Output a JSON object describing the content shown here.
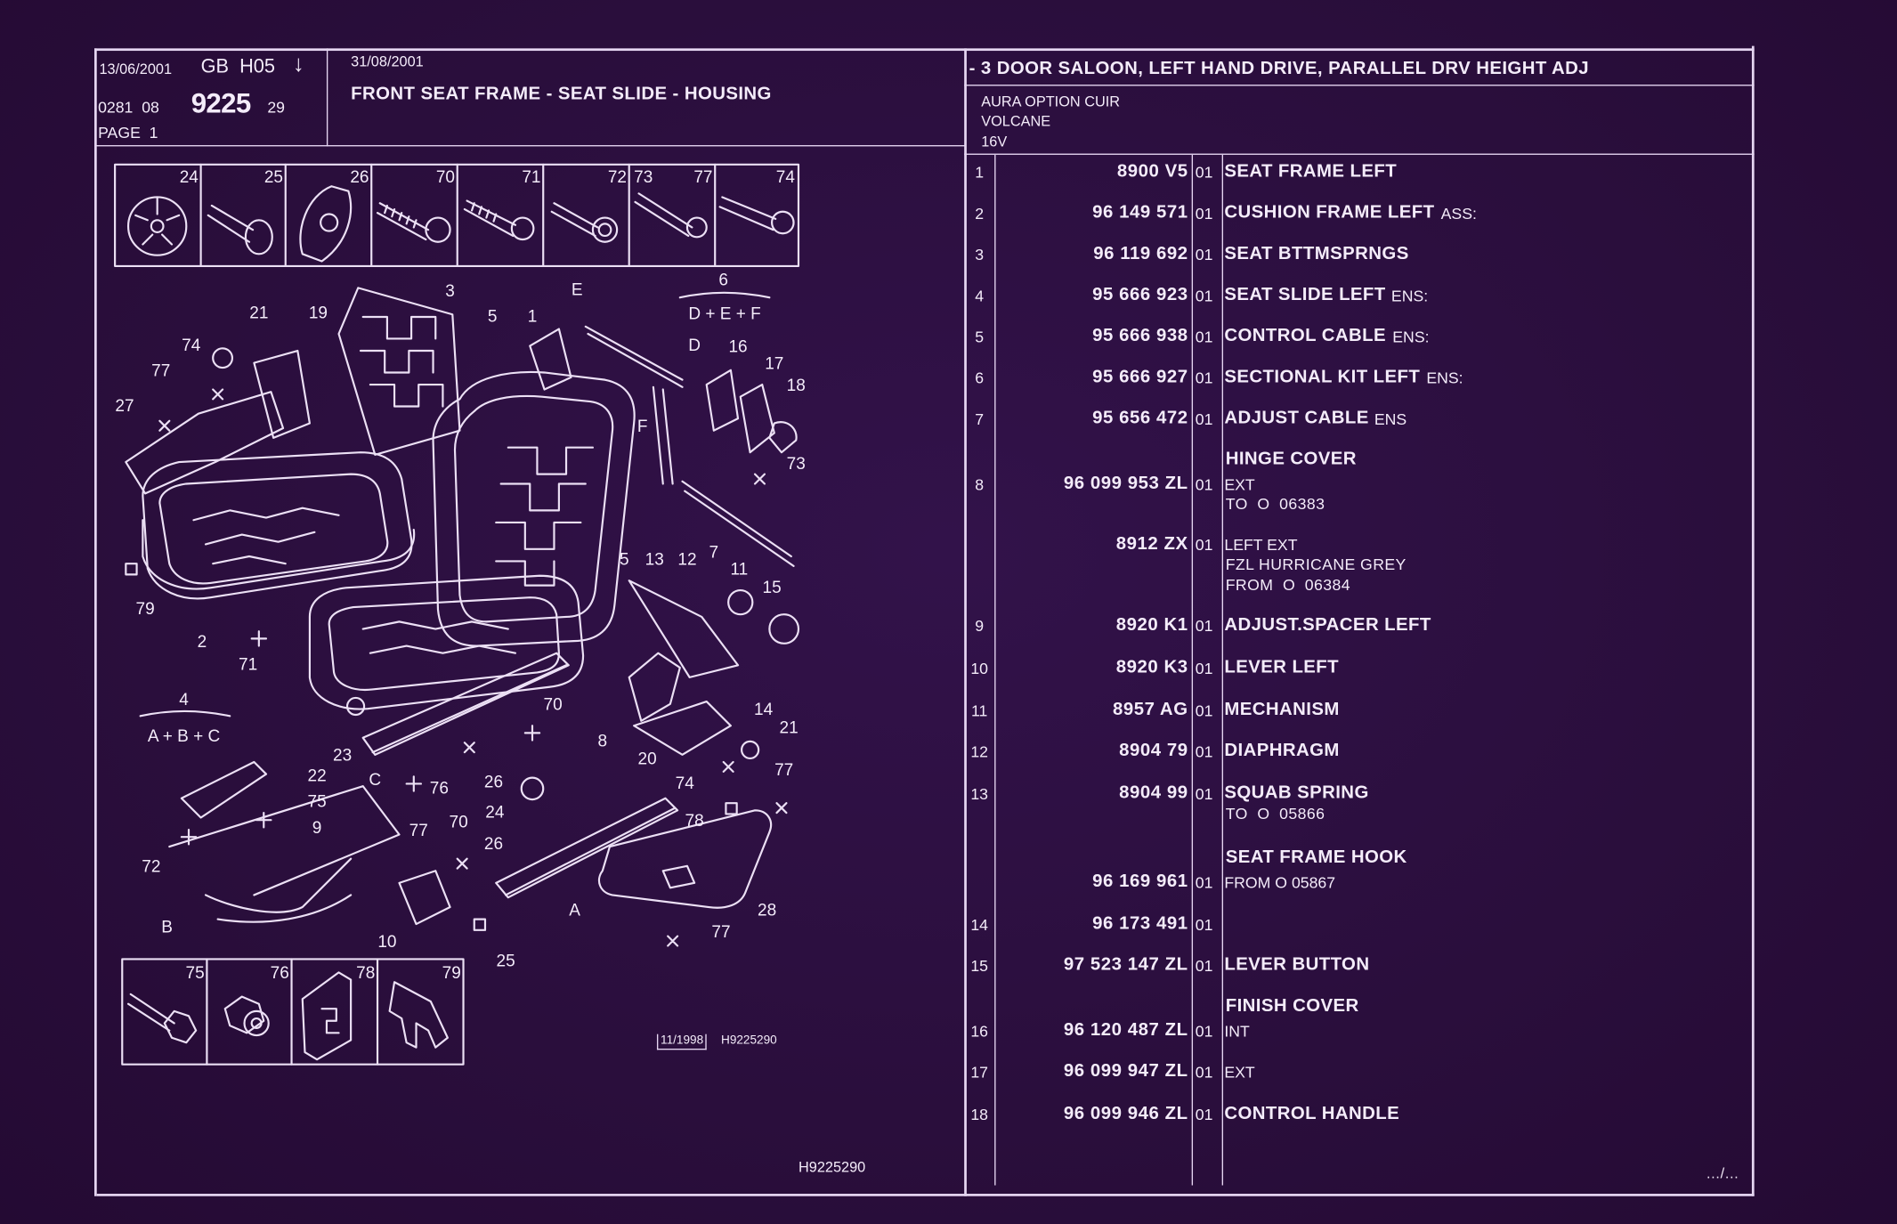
{
  "header": {
    "date_left": "13/06/2001",
    "catalog_code": "GB  H05",
    "arrow_icon": "arrow-down-icon",
    "ref_prefix": "0281  08",
    "ref_main": "9225",
    "ref_suffix": "29",
    "page": "PAGE  1",
    "date_right": "31/08/2001",
    "title": "FRONT SEAT FRAME - SEAT SLIDE - HOUSING",
    "model": "- 3 DOOR SALOON, LEFT HAND DRIVE, PARALLEL DRV HEIGHT ADJ",
    "options": [
      "AURA OPTION CUIR",
      "VOLCANE",
      "16V"
    ]
  },
  "thumbnails_top": [
    [
      "24"
    ],
    [
      "25"
    ],
    [
      "26"
    ],
    [
      "70"
    ],
    [
      "71"
    ],
    [
      "72"
    ],
    [
      "73",
      "77"
    ],
    [
      "74"
    ]
  ],
  "thumbnails_bottom": [
    "75",
    "76",
    "78",
    "79"
  ],
  "callouts": [
    "21",
    "19",
    "3",
    "5",
    "1",
    "E",
    "6",
    "D + E + F",
    "D",
    "16",
    "17",
    "18",
    "74",
    "77",
    "27",
    "F",
    "73",
    "5",
    "13",
    "12",
    "7",
    "11",
    "15",
    "79",
    "2",
    "71",
    "4",
    "A + B + C",
    "70",
    "8",
    "14",
    "21",
    "20",
    "74",
    "77",
    "23",
    "C",
    "76",
    "26",
    "22",
    "75",
    "9",
    "24",
    "78",
    "77",
    "70",
    "26",
    "72",
    "B",
    "A",
    "28",
    "10",
    "25",
    "77"
  ],
  "parts": [
    {
      "ref": "1",
      "part": "8900 V5",
      "qty": "01",
      "bold": "SEAT FRAME LEFT",
      "light": "",
      "notes": []
    },
    {
      "ref": "2",
      "part": "96 149 571",
      "qty": "01",
      "bold": "CUSHION FRAME LEFT",
      "light": "ASS:",
      "notes": []
    },
    {
      "ref": "3",
      "part": "96 119 692",
      "qty": "01",
      "bold": "SEAT BTTMSPRNGS",
      "light": "",
      "notes": []
    },
    {
      "ref": "4",
      "part": "95 666 923",
      "qty": "01",
      "bold": "SEAT SLIDE LEFT",
      "light": "ENS:",
      "notes": []
    },
    {
      "ref": "5",
      "part": "95 666 938",
      "qty": "01",
      "bold": "CONTROL CABLE",
      "light": "ENS:",
      "notes": []
    },
    {
      "ref": "6",
      "part": "95 666 927",
      "qty": "01",
      "bold": "SECTIONAL KIT LEFT",
      "light": "ENS:",
      "notes": []
    },
    {
      "ref": "7",
      "part": "95 656 472",
      "qty": "01",
      "bold": "ADJUST CABLE",
      "light": "ENS",
      "notes": []
    },
    {
      "ref": "8",
      "part": "96 099 953 ZL",
      "qty": "01",
      "heading": "HINGE COVER",
      "bold": "",
      "light": "EXT",
      "notes": [
        "TO  O  06383"
      ]
    },
    {
      "ref": "",
      "part": "8912 ZX",
      "qty": "01",
      "bold": "",
      "light": "LEFT EXT",
      "notes": [
        "FZL HURRICANE GREY",
        "FROM  O  06384"
      ]
    },
    {
      "ref": "9",
      "part": "8920 K1",
      "qty": "01",
      "bold": "ADJUST.SPACER LEFT",
      "light": "",
      "notes": []
    },
    {
      "ref": "10",
      "part": "8920 K3",
      "qty": "01",
      "bold": "LEVER LEFT",
      "light": "",
      "notes": []
    },
    {
      "ref": "11",
      "part": "8957 AG",
      "qty": "01",
      "bold": "MECHANISM",
      "light": "",
      "notes": []
    },
    {
      "ref": "12",
      "part": "8904 79",
      "qty": "01",
      "bold": "DIAPHRAGM",
      "light": "",
      "notes": []
    },
    {
      "ref": "13",
      "part": "8904 99",
      "qty": "01",
      "bold": "SQUAB SPRING",
      "light": "",
      "notes": [
        "TO  O  05866"
      ]
    },
    {
      "ref": "",
      "part": "96 169 961",
      "qty": "01",
      "heading": "SEAT FRAME HOOK",
      "bold": "",
      "light": "FROM  O  05867",
      "notes": []
    },
    {
      "ref": "14",
      "part": "96 173 491",
      "qty": "01",
      "bold": "",
      "light": "",
      "notes": []
    },
    {
      "ref": "15",
      "part": "97 523 147 ZL",
      "qty": "01",
      "bold": "LEVER BUTTON",
      "light": "",
      "notes": []
    },
    {
      "ref": "16",
      "part": "96 120 487 ZL",
      "qty": "01",
      "heading": "FINISH COVER",
      "bold": "",
      "light": "INT",
      "notes": []
    },
    {
      "ref": "17",
      "part": "96 099 947 ZL",
      "qty": "01",
      "bold": "",
      "light": "EXT",
      "notes": []
    },
    {
      "ref": "18",
      "part": "96 099 946 ZL",
      "qty": "01",
      "bold": "CONTROL HANDLE",
      "light": "",
      "notes": []
    }
  ],
  "footer": {
    "drawing_date": "11/1998",
    "drawing_ref_small": "H9225290",
    "drawing_ref": "H9225290",
    "continued": "…/…"
  },
  "colors": {
    "background": "#2b0f3e",
    "ink": "#f4ecfa",
    "rule": "#e6d6f2"
  }
}
